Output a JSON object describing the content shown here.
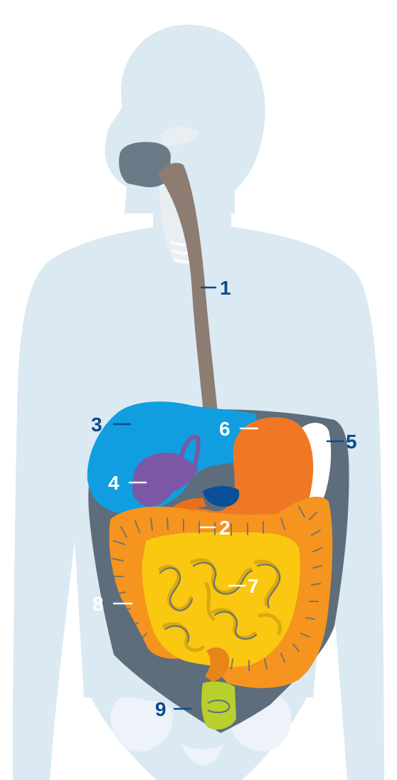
{
  "colors": {
    "body_silhouette": "#dbe9f3",
    "throat": "#e9eef2",
    "mouth": "#6a7a87",
    "abdomen_cavity": "#5d6d7c",
    "esophagus": "#8d7c72",
    "liver": "#109ee0",
    "gallbladder": "#7b57a6",
    "spleen": "#ffffff",
    "stomach": "#f07824",
    "pancreas": "#0a4f97",
    "small_intestine": "#fac711",
    "large_intestine": "#f5941e",
    "rectum": "#b8cf2d",
    "label_dark": "#0c4a8f",
    "label_light": "#ffffff"
  },
  "labels": [
    {
      "id": "esophagus",
      "text": "1"
    },
    {
      "id": "pancreas",
      "text": "2"
    },
    {
      "id": "liver",
      "text": "3"
    },
    {
      "id": "gallbladder",
      "text": "4"
    },
    {
      "id": "spleen",
      "text": "5"
    },
    {
      "id": "stomach",
      "text": "6"
    },
    {
      "id": "small-intestine",
      "text": "7"
    },
    {
      "id": "large-intestine",
      "text": "8"
    },
    {
      "id": "rectum",
      "text": "9"
    }
  ]
}
